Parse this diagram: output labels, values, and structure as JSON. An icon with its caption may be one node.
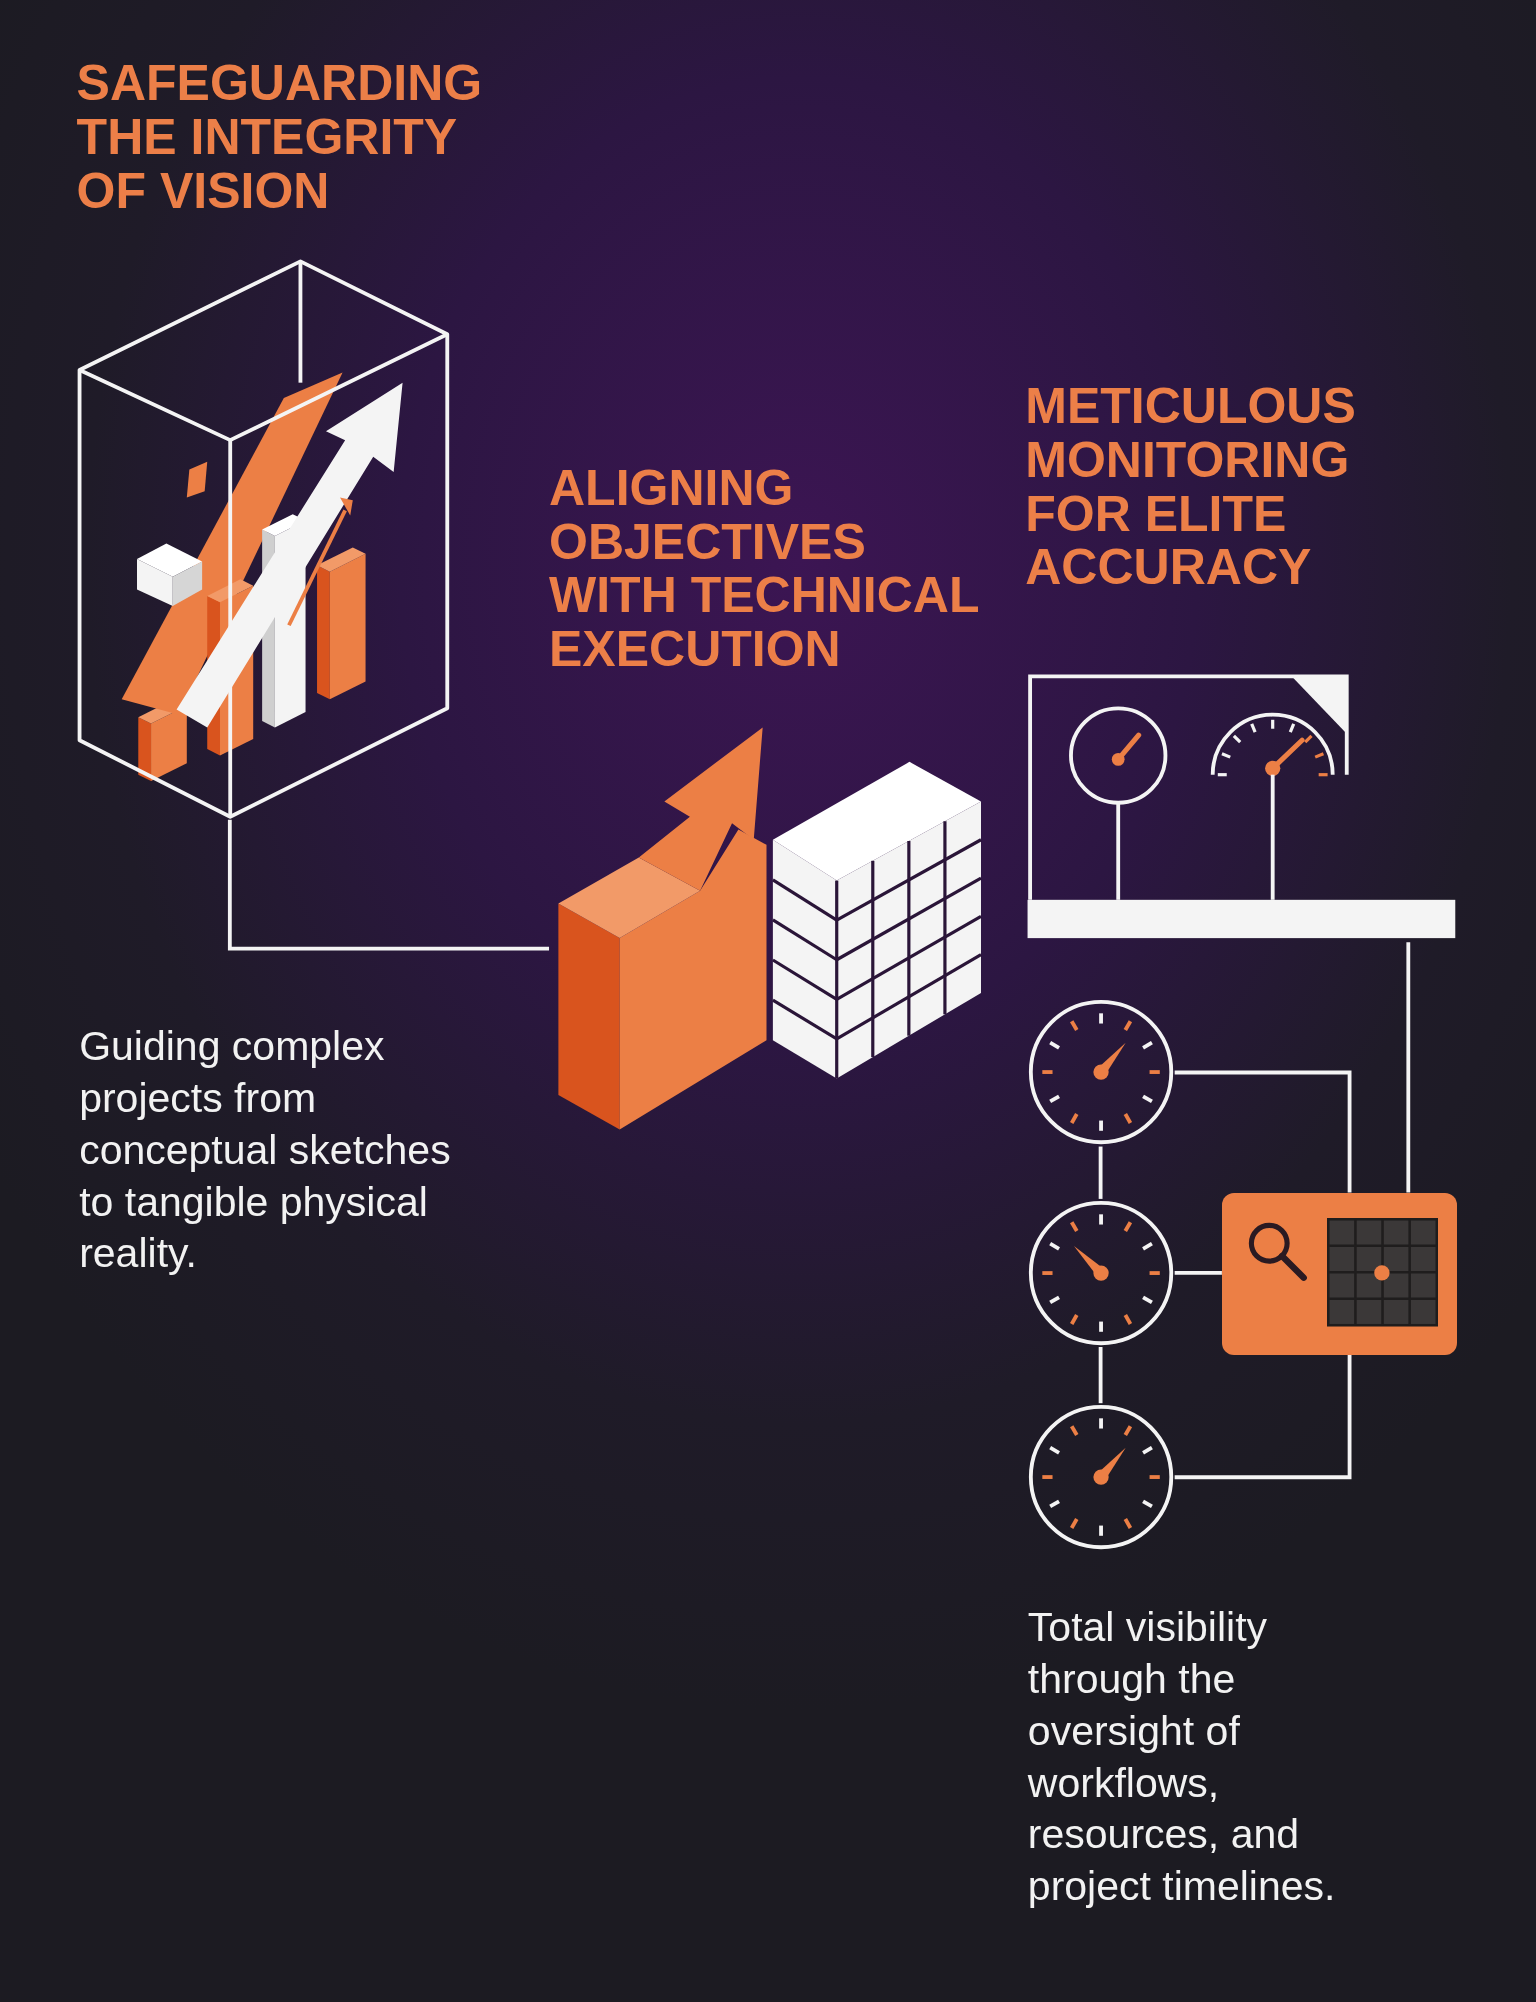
{
  "diagram": {
    "nodes": [
      {
        "text": [
          "SAFEGUARDING THE INTEGRITY OF VISION"
        ]
      },
      {
        "text": [
          "ALIGNING OBJECTIVES WITH TECHNICAL EXECUTION"
        ]
      },
      {
        "text": [
          "METICULOUS MONITORING FOR ELITE ACCURACY"
        ]
      },
      {
        "text": [],
        "shape": "picture"
      },
      {
        "text": [],
        "shape": "picture"
      },
      {
        "text": [],
        "shape": "picture"
      },
      {
        "text": [],
        "shape": "box"
      }
    ],
    "edges": [
      {
        "from": 0,
        "to": 1,
        "arrow": "none"
      },
      {
        "from": 2,
        "to": 6,
        "arrow": "none"
      },
      {
        "from": 3,
        "to": 6,
        "arrow": "none"
      },
      {
        "from": 4,
        "to": 6,
        "arrow": "none"
      },
      {
        "from": 5,
        "to": 6,
        "arrow": "none"
      },
      {
        "from": 3,
        "to": 4,
        "arrow": "none"
      },
      {
        "from": 4,
        "to": 5,
        "arrow": "none"
      }
    ],
    "labels": [
      "Guiding complex projects from conceptual sketches to tangible physical reality.",
      "Total visibility through the oversight of workflows, resources, and project timelines."
    ]
  }
}
